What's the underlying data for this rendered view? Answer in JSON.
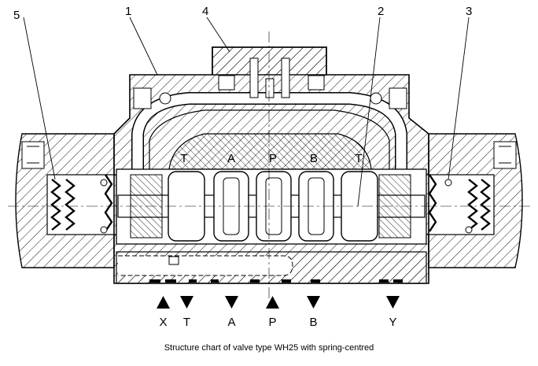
{
  "caption": "Structure chart of valve type WH25 with spring-centred",
  "callouts": [
    "1",
    "2",
    "3",
    "4",
    "5"
  ],
  "spool_ports": [
    "T",
    "A",
    "P",
    "B",
    "T"
  ],
  "bottom_ports": [
    {
      "label": "X",
      "arrow": "up"
    },
    {
      "label": "T",
      "arrow": "down"
    },
    {
      "label": "A",
      "arrow": "down"
    },
    {
      "label": "P",
      "arrow": "up"
    },
    {
      "label": "B",
      "arrow": "down"
    },
    {
      "label": "Y",
      "arrow": "down"
    }
  ],
  "colors": {
    "line": "#000000",
    "background": "#ffffff"
  }
}
